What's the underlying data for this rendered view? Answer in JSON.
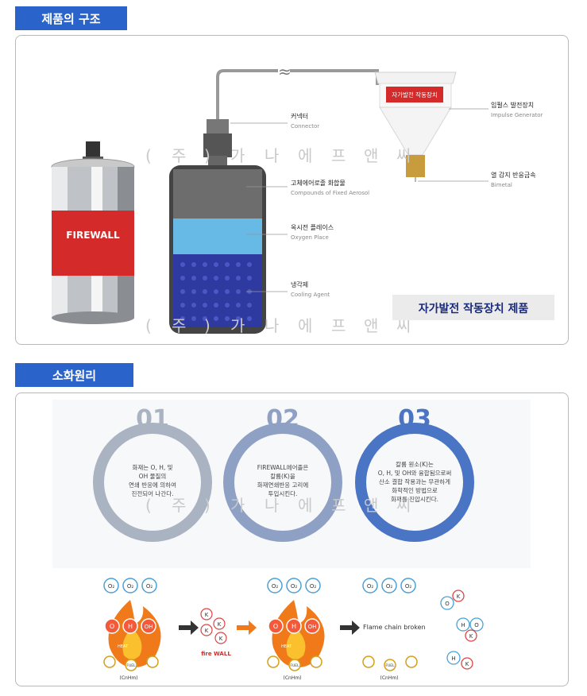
{
  "sections": {
    "structure_title": "제품의 구조",
    "principle_title": "소화원리"
  },
  "watermark": [
    "(",
    "주",
    ")",
    "가",
    "나",
    "에",
    "프",
    "앤",
    "씨"
  ],
  "structure": {
    "device_brand": "FIREWALL",
    "labels": [
      {
        "ko": "커넥터",
        "en": "Connector"
      },
      {
        "ko": "고체에어로졸 화합물",
        "en": "Compounds of Fixed Aerosol"
      },
      {
        "ko": "옥시전 플레이스",
        "en": "Oxygen Place"
      },
      {
        "ko": "냉각제",
        "en": "Cooling Agent"
      },
      {
        "ko": "임펄스 발전장치",
        "en": "Impulse Generator"
      },
      {
        "ko": "열 감지 반응금속",
        "en": "Bimetal"
      }
    ],
    "generator_label": "자가발전 작동장치",
    "caption": "자가발전 작동장치 제품",
    "colors": {
      "cooling": "#2f3aa0",
      "oxygen": "#67b9e6",
      "brand_red": "#d42a2a"
    }
  },
  "principle": {
    "steps": [
      {
        "num": "01",
        "color": "#aab3c2",
        "lines": [
          "화재는 O, H, 및",
          "OH 물질의",
          "연쇄 반응에 의하여",
          "진전되어 나간다."
        ]
      },
      {
        "num": "02",
        "color": "#8ea1c4",
        "lines": [
          "FIREWALL에어졸은",
          "칼륨(K)을",
          "화재연쇄반응 고리에",
          "투입시킨다."
        ]
      },
      {
        "num": "03",
        "color": "#4a74c4",
        "lines": [
          "칼륨 원소(K)는",
          "O, H, 및 OH와 융합됨으로써",
          "산소 결합 작용과는 무관하게",
          "화학적인 방법으로",
          "화재를 진압시킨다."
        ]
      }
    ],
    "flow": {
      "o2": "O₂",
      "o": "O",
      "h": "H",
      "oh": "OH",
      "heat": "HEAT",
      "fuel": "FUEL",
      "formula": "(CnHm)",
      "k": "K",
      "brand": "fire WALL",
      "broken": "Flame  chain  broken"
    }
  }
}
